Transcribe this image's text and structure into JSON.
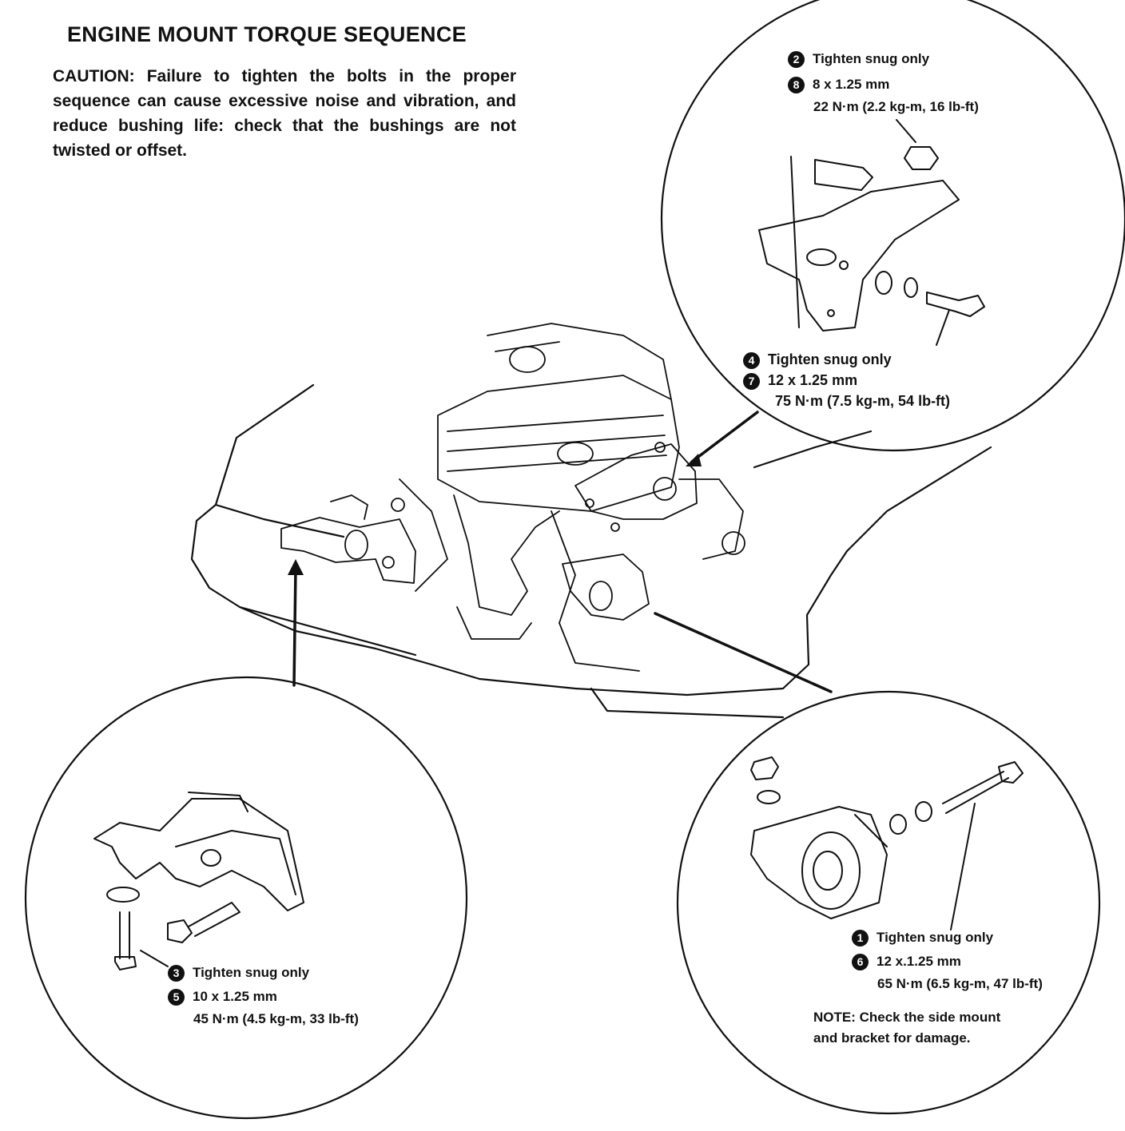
{
  "title": "ENGINE MOUNT TORQUE SEQUENCE",
  "caution": "CAUTION:  Failure to tighten the bolts in the proper sequence can cause excessive noise and vibration, and reduce bushing life: check that the bushings are not twisted or offset.",
  "callouts": {
    "top_right": {
      "step_a": "2",
      "line_a": "Tighten snug only",
      "step_b": "8",
      "line_b": "8 x 1.25 mm",
      "torque": "22 N·m (2.2 kg-m, 16 lb-ft)",
      "step_c": "4",
      "line_c": "Tighten snug only",
      "step_d": "7",
      "line_d": "12 x 1.25 mm",
      "torque_2": "75 N·m (7.5 kg-m, 54 lb-ft)"
    },
    "bottom_left": {
      "step_a": "3",
      "line_a": "Tighten snug only",
      "step_b": "5",
      "line_b": "10 x 1.25 mm",
      "torque": "45 N·m (4.5 kg-m, 33 lb-ft)"
    },
    "bottom_right": {
      "step_a": "1",
      "line_a": "Tighten snug only",
      "step_b": "6",
      "line_b": "12 x.1.25 mm",
      "torque": "65 N·m (6.5 kg-m, 47 lb-ft)",
      "note_1": "NOTE: Check the side mount",
      "note_2": "and bracket for damage."
    }
  },
  "colors": {
    "ink": "#111111",
    "paper": "#ffffff"
  }
}
